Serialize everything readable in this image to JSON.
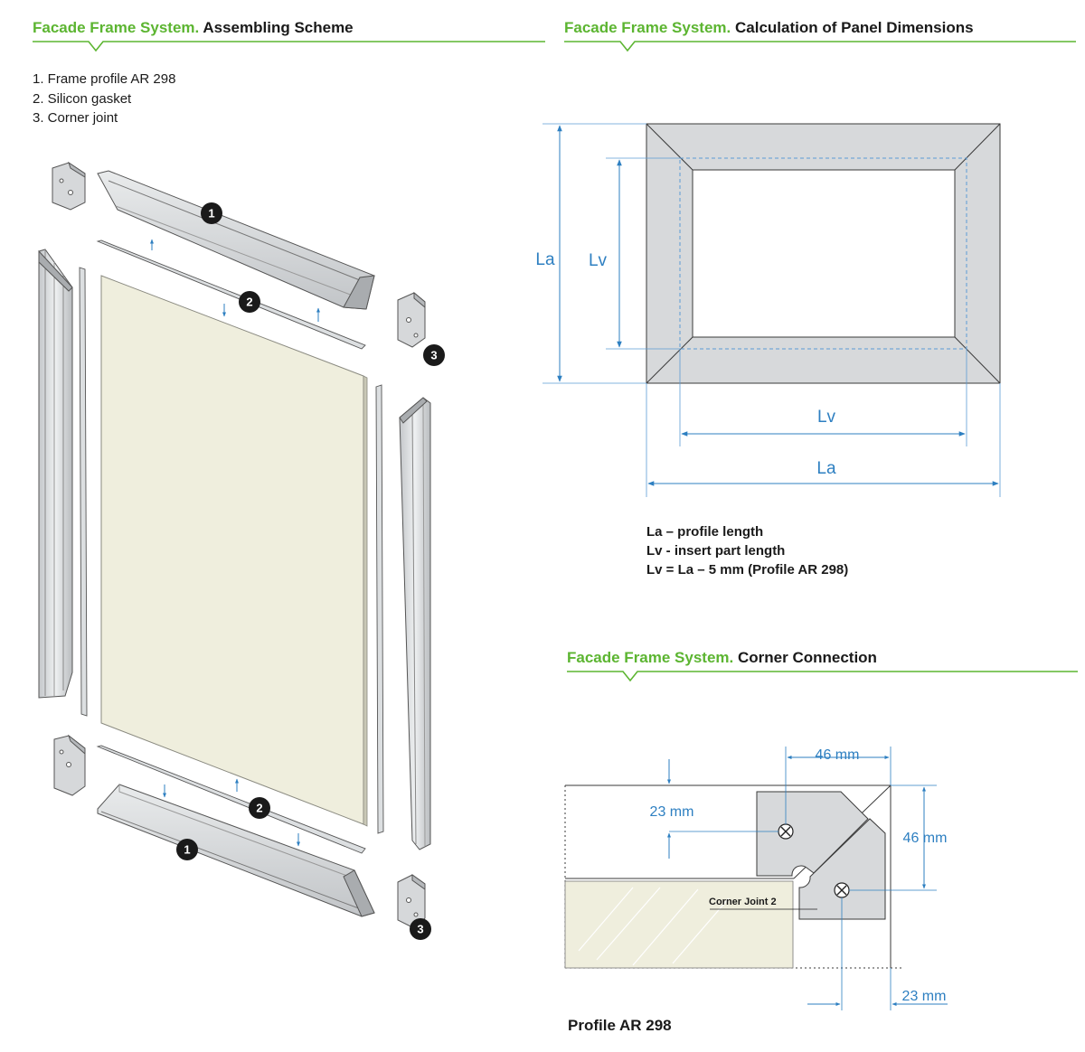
{
  "headers": {
    "assembling": {
      "brand": "Facade Frame System.",
      "title": "Assembling Scheme"
    },
    "calculation": {
      "brand": "Facade Frame System.",
      "title": "Calculation of Panel Dimensions"
    },
    "corner": {
      "brand": "Facade Frame System.",
      "title": "Corner Connection"
    }
  },
  "legend": [
    "1. Frame profile AR 298",
    "2. Silicon gasket",
    "3. Corner joint"
  ],
  "badges": [
    "1",
    "2",
    "3"
  ],
  "calc": {
    "la_label": "La",
    "lv_label": "Lv",
    "definitions": [
      "La – profile length",
      "Lv - insert part length",
      "Lv = La – 5 mm (Profile AR 298)"
    ]
  },
  "corner": {
    "dim_46_top": "46 mm",
    "dim_23_left": "23 mm",
    "dim_46_right": "46 mm",
    "dim_23_bottom": "23 mm",
    "joint_label": "Corner Joint 2",
    "profile_label": "Profile AR 298"
  },
  "colors": {
    "brand_green": "#5cb531",
    "dimension_blue": "#2d7fc1",
    "panel_fill": "#efeedd",
    "metal_fill": "#d7d9db"
  }
}
